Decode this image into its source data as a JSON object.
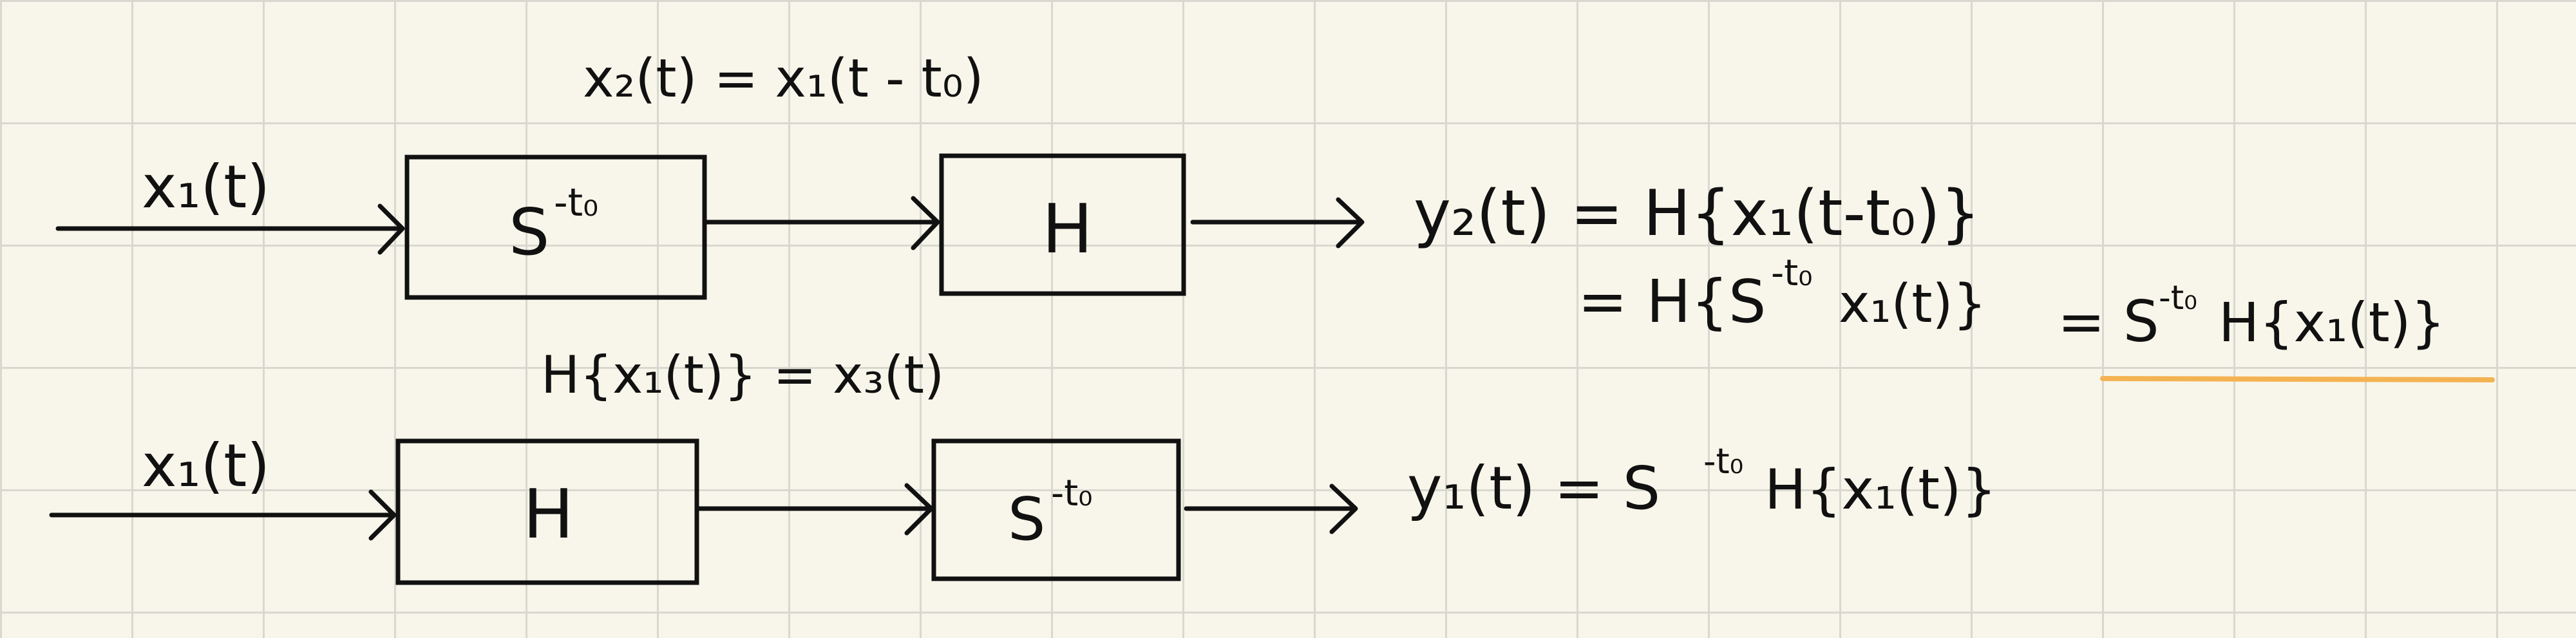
{
  "colors": {
    "background": "#f8f6ea",
    "grid": "#d9d8d0",
    "ink": "#111111",
    "highlight": "#f4b352"
  },
  "top_row": {
    "input_label": "x₁(t)",
    "block1_label": "S",
    "block1_exp": "-t₀",
    "block2_label": "H",
    "mid_label": "x₂(t) = x₁(t - t₀)",
    "output_line1": "y₂(t) = H{x₁(t-t₀)}",
    "output_line2": "= H{S",
    "output_line2_exp": "-t₀",
    "output_line2_tail": "x₁(t)}",
    "output_line2_rhs": "= S",
    "output_line2_rhs_exp": "-t₀",
    "output_line2_rhs_tail": "H{x₁(t)}"
  },
  "bottom_row": {
    "input_label": "x₁(t)",
    "block1_label": "H",
    "block2_label": "S",
    "block2_exp": "-t₀",
    "mid_label": "H{x₁(t)} = x₃(t)",
    "output_pre": "y₁(t) =  S",
    "output_exp": "-t₀",
    "output_tail": " H{x₁(t)}"
  }
}
